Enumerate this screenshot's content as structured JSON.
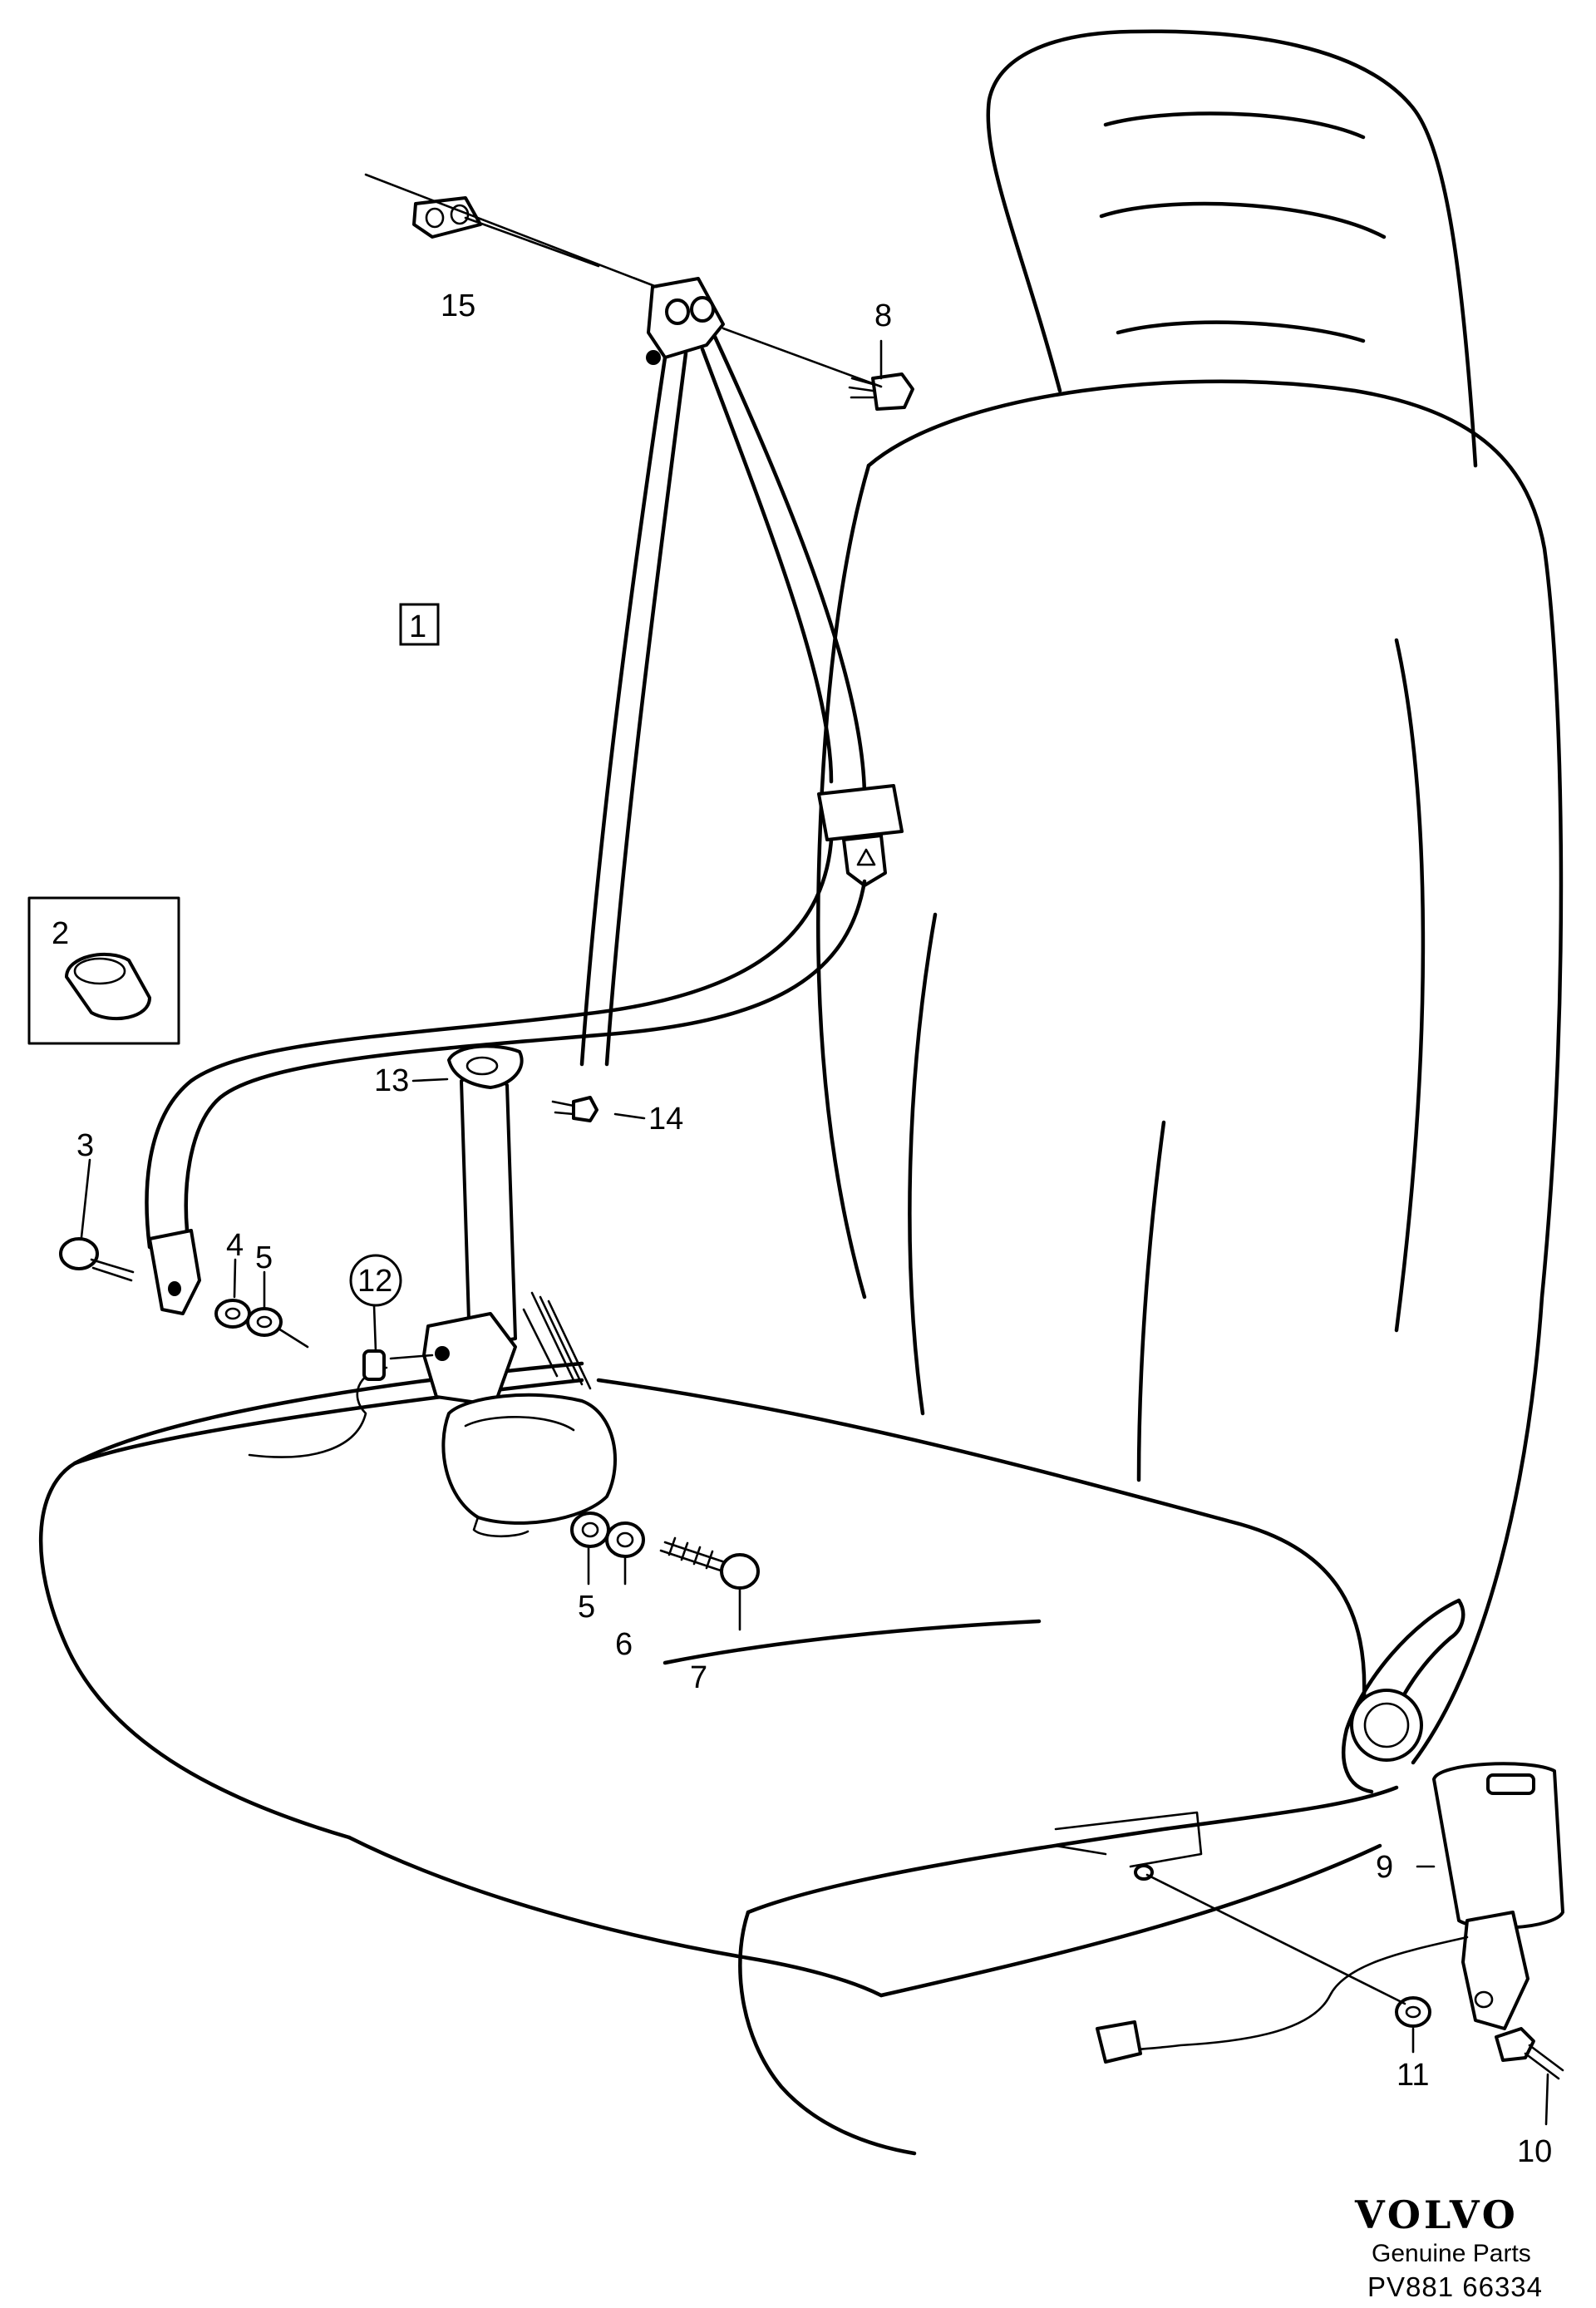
{
  "callouts": {
    "c1": "1",
    "c2": "2",
    "c3": "3",
    "c4": "4",
    "c5a": "5",
    "c5b": "5",
    "c6": "6",
    "c7": "7",
    "c8": "8",
    "c9": "9",
    "c10": "10",
    "c11": "11",
    "c12": "12",
    "c13": "13",
    "c14": "14",
    "c15": "15"
  },
  "branding": {
    "brand": "VOLVO",
    "tagline": "Genuine Parts",
    "drawing_number": "PV881 66334"
  }
}
